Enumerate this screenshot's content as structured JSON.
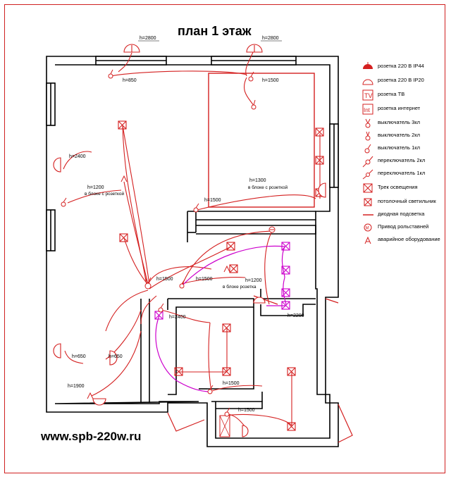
{
  "title": "план 1 этаж",
  "website": "www.spb-220w.ru",
  "colors": {
    "wall": "#000000",
    "wiring": "#d42020",
    "led_strip": "#cc00cc",
    "background": "#ffffff"
  },
  "legend": [
    {
      "icon": "socket-ip44-icon",
      "label": "розетка 220 В IP44"
    },
    {
      "icon": "socket-ip20-icon",
      "label": "розетка 220 В IP20"
    },
    {
      "icon": "tv-socket-icon",
      "label": "розетка ТВ"
    },
    {
      "icon": "internet-socket-icon",
      "label": "розетка интернет"
    },
    {
      "icon": "switch-3-icon",
      "label": "выключатель 3кл"
    },
    {
      "icon": "switch-2-icon",
      "label": "выключатель 2кл"
    },
    {
      "icon": "switch-1-icon",
      "label": "выключатель 1кл"
    },
    {
      "icon": "passthrough-switch-2-icon",
      "label": "переключатель 2кл"
    },
    {
      "icon": "passthrough-switch-1-icon",
      "label": "переключатель 1кл"
    },
    {
      "icon": "track-light-icon",
      "label": "Трек освещения"
    },
    {
      "icon": "ceiling-light-icon",
      "label": "потолочный светильник"
    },
    {
      "icon": "led-strip-icon",
      "label": "диодная подсветка"
    },
    {
      "icon": "blind-drive-icon",
      "label": "Привод рольставней"
    },
    {
      "icon": "emergency-equipment-icon",
      "label": "аварийное оборудование"
    }
  ],
  "dimensions": {
    "h2800_left": "h=2800",
    "h2800_right": "h=2800",
    "h850": "h=850",
    "h1500_top": "h=1500",
    "h2400_left": "h=2400",
    "h1200_left": "h=1200",
    "h1200_left_note": "в блоке с розеткой",
    "h1300": "h=1300",
    "h1300_note": "в блоке с розеткой",
    "h1500_bedroom": "h=1500",
    "h1500_hall_a": "h=1500",
    "h1500_hall_b": "h=1500",
    "h1200_hall": "h=1200",
    "h1200_hall_note": "в блоке розетка",
    "h2200": "h=2200",
    "h2400_center": "h=2400",
    "h650_a": "h=650",
    "h650_b": "h=650",
    "h1900": "h=1900",
    "h1500_bath": "h=1500",
    "h1500_bottom": "h=1500"
  }
}
